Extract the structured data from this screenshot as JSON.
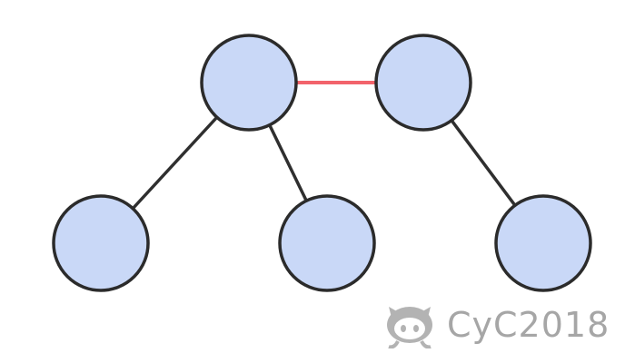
{
  "diagram": {
    "type": "tree",
    "colors": {
      "node_fill": "#c9d8f7",
      "node_stroke": "#2b2b2b",
      "edge": "#2f2f2f",
      "highlight_edge": "#f2636b",
      "watermark": "#a6a6a6"
    },
    "nodes": [
      {
        "id": "n1"
      },
      {
        "id": "n2"
      },
      {
        "id": "n3"
      },
      {
        "id": "n4"
      },
      {
        "id": "n5"
      },
      {
        "id": "n6"
      }
    ],
    "edges": [
      {
        "from": "n1",
        "to": "n2",
        "highlighted": true
      },
      {
        "from": "n1",
        "to": "n3",
        "highlighted": false
      },
      {
        "from": "n1",
        "to": "n4",
        "highlighted": false
      },
      {
        "from": "n2",
        "to": "n5",
        "highlighted": false
      }
    ]
  },
  "watermark": {
    "icon": "octocat-icon",
    "text": "CyC2018"
  }
}
